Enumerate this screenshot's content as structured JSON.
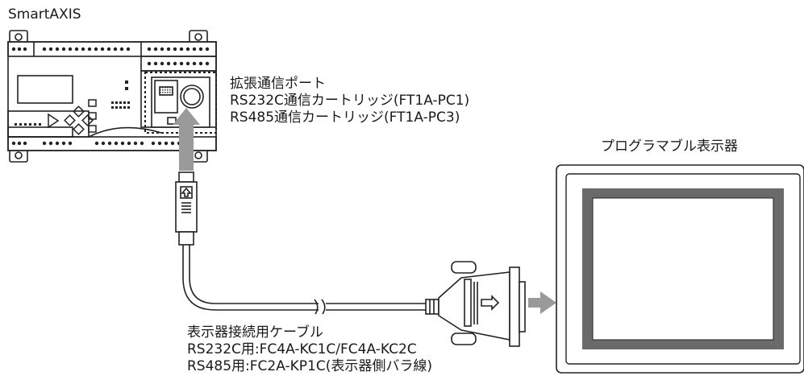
{
  "device_label": "SmartAXIS",
  "port_label": {
    "title": "拡張通信ポート",
    "line1": "RS232C通信カートリッジ(FT1A-PC1)",
    "line2": "RS485通信カートリッジ(FT1A-PC3)"
  },
  "display_label": "プログラマブル表示器",
  "cable_label": {
    "title": "表示器接続用ケーブル",
    "line1": "RS232C用:FC4A-KC1C/FC4A-KC2C",
    "line2": "RS485用:FC2A-KP1C(表示器側バラ線)"
  }
}
